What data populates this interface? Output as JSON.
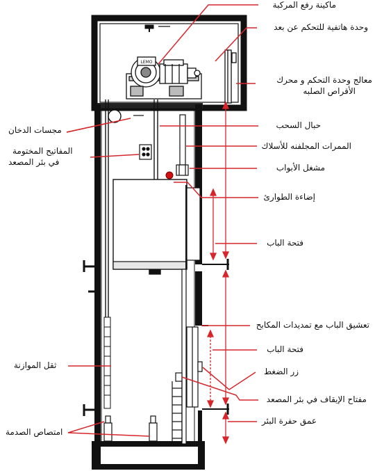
{
  "labels": {
    "machine": "ماكينة رفع المركبة",
    "phone_unit": "وحدة هاتفية للتحكم عن بعد",
    "controller_line1": "معالج وحدة التحكم و محرك",
    "controller_line2": "الأقراص الصلبه",
    "smoke_sensors": "مجسات الدخان",
    "ropes": "حبال السحب",
    "cable_ducts": "الممرات المجلفنه للأسلاك",
    "sealed_keys_line1": "المفاتيح المختومة",
    "sealed_keys_line2": "في بئر المصعد",
    "door_operator": "مشغل الأبواب",
    "emergency_light": "إضاءة الطوارئ",
    "door_opening_upper": "فتحة الباب",
    "door_coupling": "تعشيق الباب مع تمديدات المكابح",
    "door_opening_lower": "فتحة الباب",
    "push_button": "زر الضغط",
    "counterweight": "ثقل الموازنة",
    "stop_switch": "مفتاح الإيقاف في بئر المصعد",
    "pit_depth": "عمق حفرة البئر",
    "buffer": "امتصاص الصدمة"
  },
  "colors": {
    "leader": "#d6262b",
    "structure": "#111111",
    "light": "#d01010"
  }
}
